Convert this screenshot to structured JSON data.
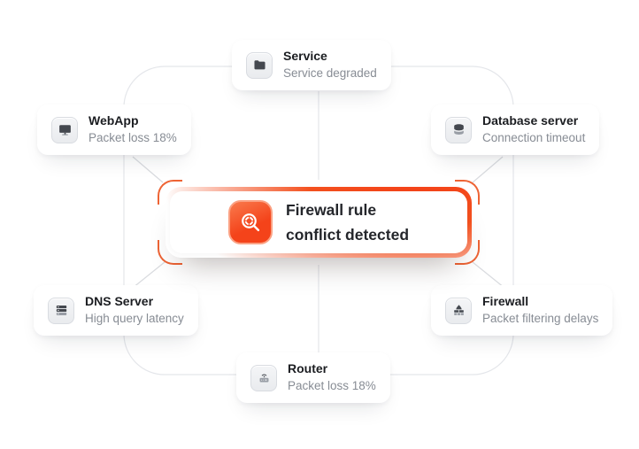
{
  "alert": {
    "icon": "scan-search-icon",
    "title_line1": "Firewall rule",
    "title_line2": "conflict detected"
  },
  "nodes": {
    "service": {
      "label": "Service",
      "status": "Service degraded",
      "icon": "folder-icon"
    },
    "webapp": {
      "label": "WebApp",
      "status": "Packet loss 18%",
      "icon": "monitor-icon"
    },
    "database": {
      "label": "Database server",
      "status": "Connection timeout",
      "icon": "database-icon"
    },
    "dns": {
      "label": "DNS Server",
      "status": "High query latency",
      "icon": "rack-server-icon"
    },
    "firewall": {
      "label": "Firewall",
      "status": "Packet filtering delays",
      "icon": "firewall-icon"
    },
    "router": {
      "label": "Router",
      "status": "Packet loss 18%",
      "icon": "router-icon"
    }
  },
  "colors": {
    "accent_orange": "#f4511f",
    "accent_orange_light": "#fba183",
    "bracket_orange": "#ee6435",
    "connector_gray": "#e4e6ea",
    "title_text": "#1b1d21",
    "status_text": "#878c94",
    "glyph_dark": "#44484f",
    "glyph_light": "#989da5",
    "background": "#ffffff"
  }
}
